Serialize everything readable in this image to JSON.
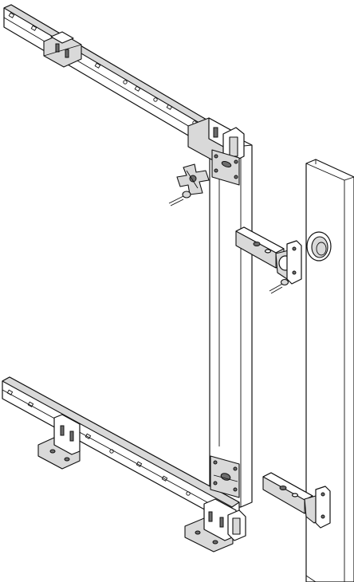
{
  "figure": {
    "background": "#ffffff",
    "line_color": "#111111",
    "fill_light": "#ffffff",
    "fill_shade": "#d9d9d9",
    "fill_dark": "#6d6d6d",
    "components": [
      "upper-runner-rail",
      "lower-runner-rail",
      "door-panel",
      "upper-mounting-plate",
      "lower-mounting-plate",
      "cross-mounting-plate",
      "upper-concealed-hinge",
      "lower-concealed-hinge",
      "cabinet-side-panel",
      "hinge-cup-bore",
      "screws"
    ]
  }
}
